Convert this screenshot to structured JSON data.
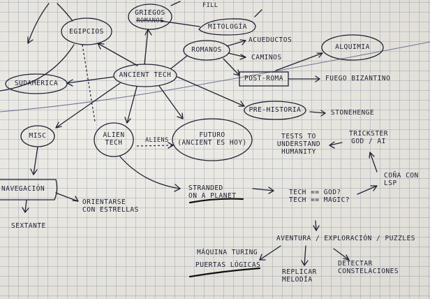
{
  "nodes": {
    "egipcios": "EGIPCIOS",
    "griegos": "GRIEGOS",
    "griegos_crossed": "ROMANOS",
    "fill_partial": "FILL",
    "mitologia": "MITOLOGÍA",
    "romanos": "ROMANOS",
    "acueductos": "ACUEDUCTOS",
    "caminos": "CAMINOS",
    "alquimia": "ALQUIMIA",
    "sudamerica": "SUDAMÉRICA",
    "ancient_tech": "ANCIENT TECH",
    "post_roma": "POST-ROMA",
    "fuego_bizantino": "FUEGO BIZANTINO",
    "pre_historia": "PRE-HISTORIA",
    "stonehenge": "STONEHENGE",
    "misc": "MISC",
    "alien_tech": "ALIEN\nTECH",
    "aliens": "ALIENS",
    "futuro": "FUTURO\n(ANCIENT ES HOY)",
    "tests": "TESTS TO\nUNDERSTAND\nHUMANITY",
    "trickster": "TRICKSTER\nGOD / AI",
    "navegacion": "NAVEGACIÓN",
    "orientarse": "ORIENTARSE\nCON ESTRELLAS",
    "sextante": "SEXTANTE",
    "stranded": "STRANDED\nON A PLANET",
    "tech_god": "TECH == GOD?\nTECH == MAGIC?",
    "cona_con_lsp": "COÑA CON\nLSP",
    "aventura": "AVENTURA / EXPLORACIÓN / PUZZLES",
    "maquina_turing": "MÁQUINA TURING",
    "puertas_logicas": "PUERTAS LÓGICAS",
    "replicar_melodia": "REPLICAR\nMELODÍA",
    "detectar": "DETECTAR\nCONSTELACIONES"
  }
}
